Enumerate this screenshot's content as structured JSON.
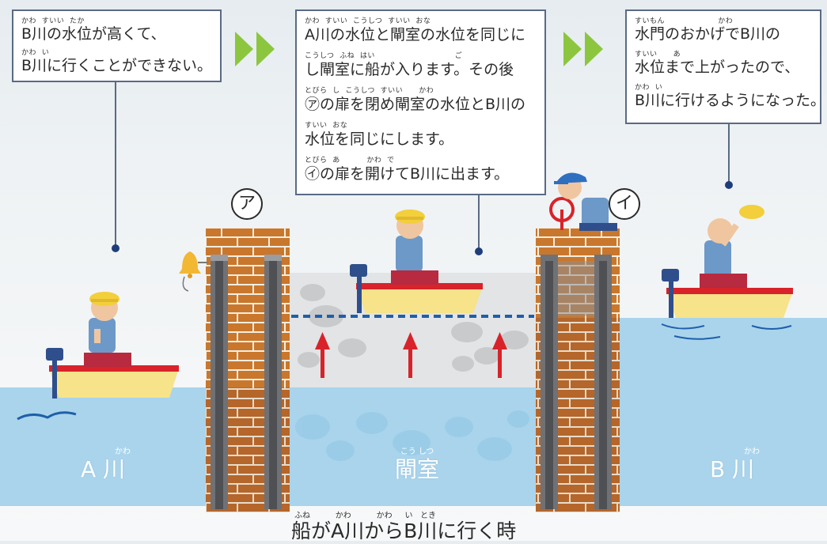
{
  "colors": {
    "water": "#a9d4ec",
    "water_deep": "#8cc3e3",
    "brick": "#c9772c",
    "mortar": "#f4ede0",
    "gate_gray": "#6f7175",
    "callout_border": "#5a6a86",
    "arrow_red": "#d8232a",
    "arrow_green": "#8cc63f",
    "boat_yellow": "#f6e38a",
    "boat_red": "#d8232a",
    "dashed_line": "#1f5fa8"
  },
  "callouts": {
    "a_river": {
      "lines": [
        {
          "ruby": "かわ  すいい  たか",
          "text": "B川の水位が高くて、"
        },
        {
          "ruby": "かわ  い",
          "text": "B川に行くことができない。"
        }
      ]
    },
    "lock": {
      "lines": [
        {
          "ruby": "かわ  すいい  こうしつ  すいい  おな",
          "text": "A川の水位と閘室の水位を同じに"
        },
        {
          "ruby": "こうしつ  ふね  はい                              ご",
          "text": "し閘室に船が入ります。その後"
        },
        {
          "ruby": "とびら  し  こうしつ  すいい      かわ",
          "text": "㋐の扉を閉め閘室の水位とB川の"
        },
        {
          "ruby": "すいい  おな",
          "text": "水位を同じにします。"
        },
        {
          "ruby": "とびら  あ          かわ  で",
          "text": "㋑の扉を開けてB川に出ます。"
        }
      ]
    },
    "b_river": {
      "lines": [
        {
          "ruby": "すいもん                    かわ",
          "text": "水門のおかげでB川の"
        },
        {
          "ruby": "すいい      あ",
          "text": "水位まで上がったので、"
        },
        {
          "ruby": "かわ  い",
          "text": "B川に行けるようになった。"
        }
      ]
    }
  },
  "gates": {
    "a": "ア",
    "i": "イ"
  },
  "labels": {
    "a_river": {
      "ruby": "かわ",
      "text": "A 川"
    },
    "lock_chamber": {
      "ruby": "こう しつ",
      "text": "閘室"
    },
    "b_river": {
      "ruby": "かわ",
      "text": "B 川"
    }
  },
  "caption": {
    "ruby": "ふね          かわ          かわ     い   とき",
    "text": "船がA川からB川に行く時"
  }
}
